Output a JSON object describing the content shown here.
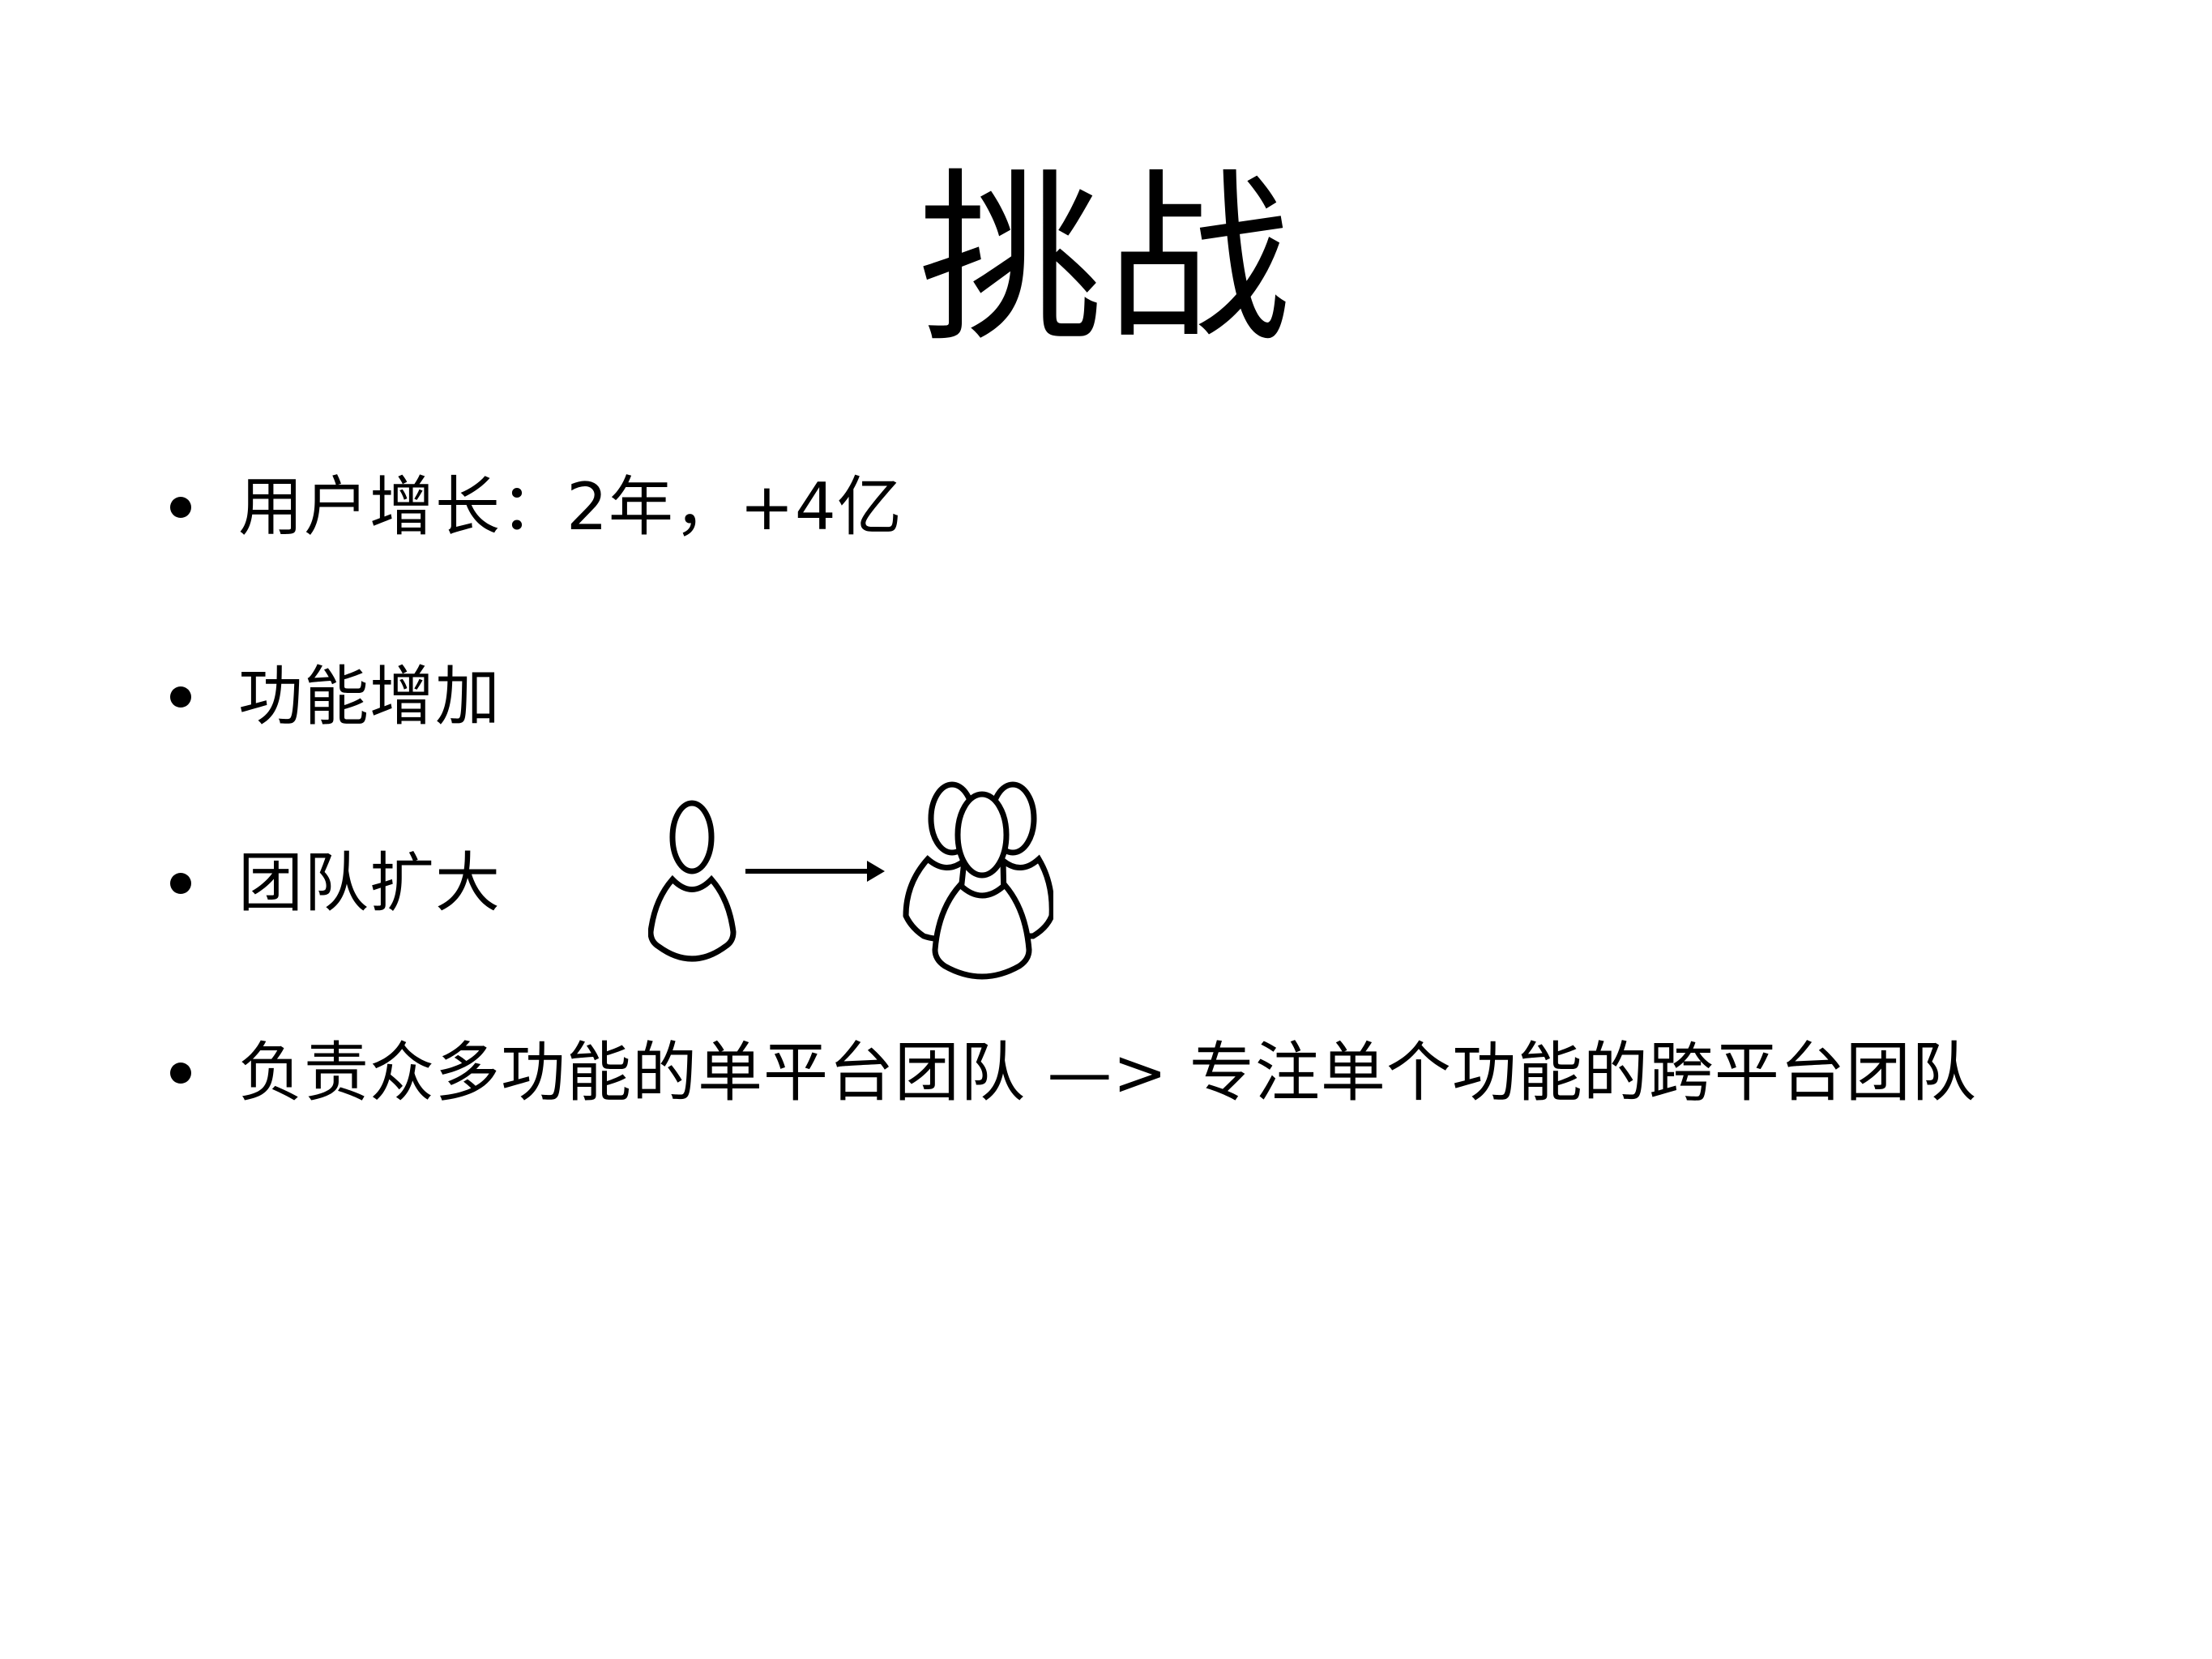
{
  "slide": {
    "title": "挑战",
    "bullets": [
      {
        "text": "用户增长：2年，+4亿"
      },
      {
        "text": "功能增加"
      },
      {
        "text": "团队扩大"
      },
      {
        "text": "负责众多功能的单平台团队 —> 专注单个功能的跨平台团队"
      }
    ],
    "diagram": {
      "from_icon": "single-person-icon",
      "connector": "arrow-right-icon",
      "to_icon": "group-people-icon"
    },
    "colors": {
      "background": "#ffffff",
      "text": "#000000"
    }
  }
}
